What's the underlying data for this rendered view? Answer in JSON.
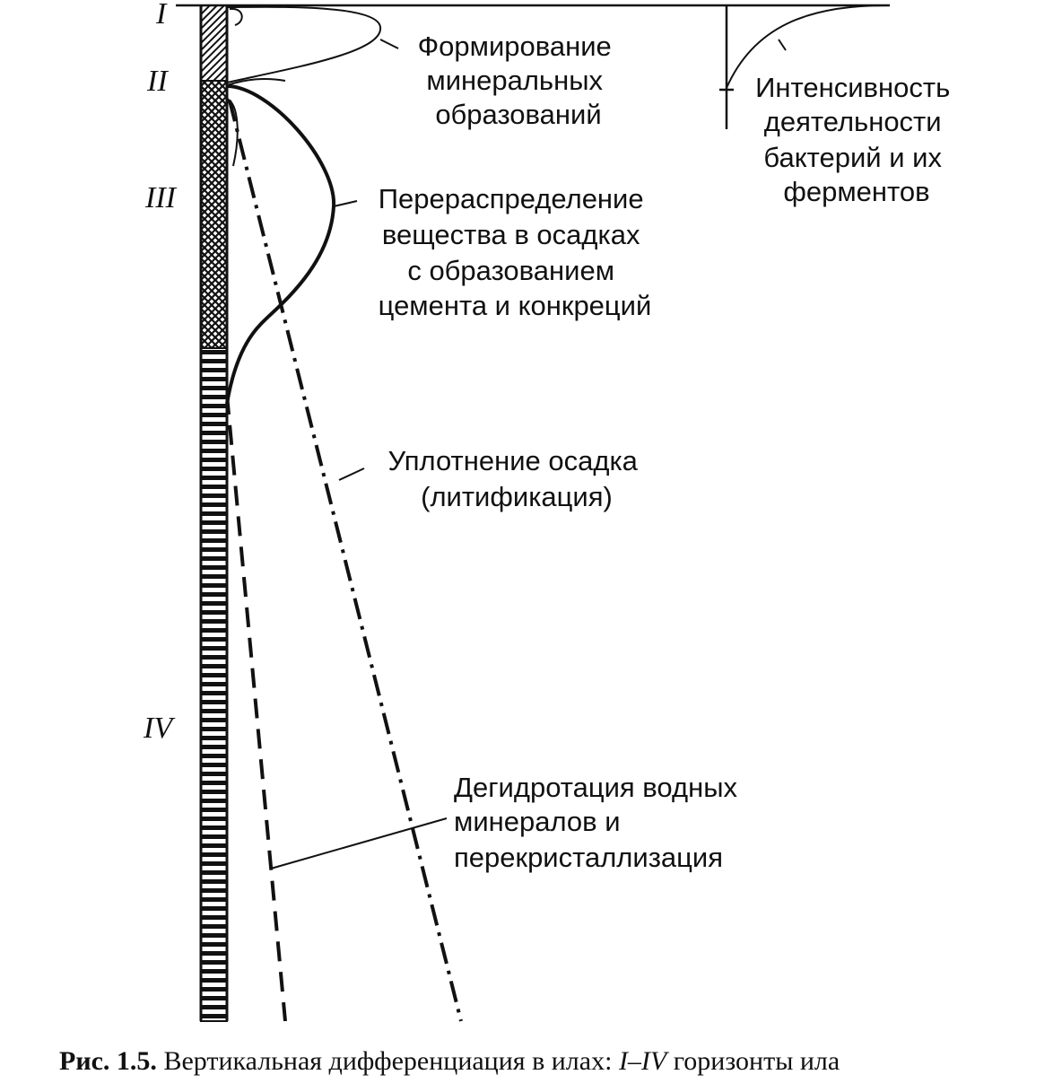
{
  "horizons": {
    "h1": "I",
    "h2": "II",
    "h3": "III",
    "h4": "IV"
  },
  "labels": {
    "mineral": [
      "Формирование",
      "минеральных",
      "образований"
    ],
    "bacteria": [
      "Интенсивность",
      "деятельности",
      "бактерий и их",
      "ферментов"
    ],
    "redistribution": [
      "Перераспределение",
      "вещества в осадках",
      "с образованием",
      "цемента и конкреций"
    ],
    "compaction": [
      "Уплотнение осадка",
      "(литификация)"
    ],
    "dehydration": [
      "Дегидротация водных",
      "минералов и",
      "перекристаллизация"
    ]
  },
  "caption": {
    "fig": "Рис. 1.5.",
    "text": " Вертикальная дифференциация в илах: ",
    "range": "I–IV",
    "rest": " горизонты ила"
  }
}
